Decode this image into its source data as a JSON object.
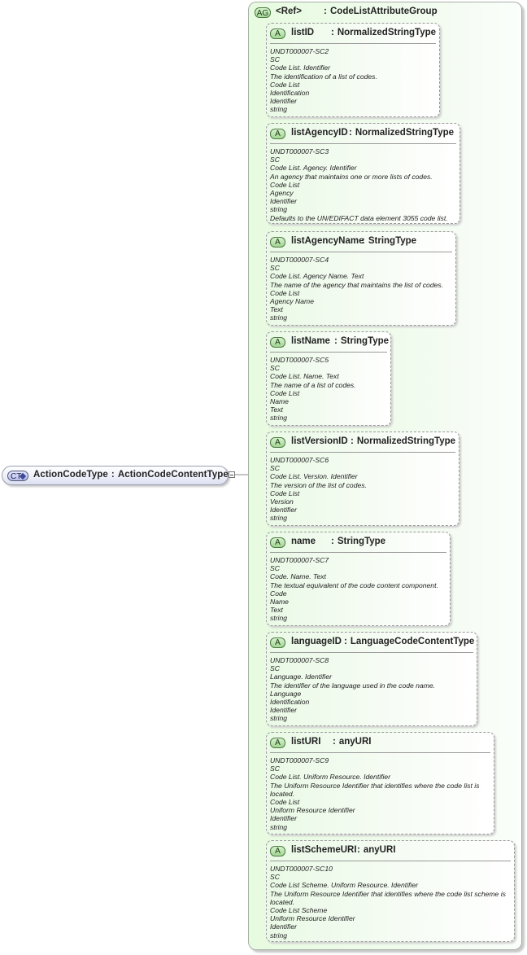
{
  "complex_type": {
    "badge": "CT",
    "name": "ActionCodeType",
    "base": "ActionCodeContentType"
  },
  "attribute_group": {
    "badge": "AG",
    "ref_label": "<Ref>",
    "name": "CodeListAttributeGroup"
  },
  "attributes": [
    {
      "badge": "A",
      "name": "listID",
      "type": "NormalizedStringType",
      "doc": [
        "UNDT000007-SC2",
        "SC",
        "Code List. Identifier",
        "The identification of a list of codes.",
        "Code List",
        "Identification",
        "Identifier",
        "string"
      ]
    },
    {
      "badge": "A",
      "name": "listAgencyID",
      "type": "NormalizedStringType",
      "doc": [
        "UNDT000007-SC3",
        "SC",
        "Code List. Agency. Identifier",
        "An agency that maintains one or more lists of codes.",
        "Code List",
        "Agency",
        "Identifier",
        "string",
        "Defaults to the UN/EDIFACT data element 3055 code list."
      ]
    },
    {
      "badge": "A",
      "name": "listAgencyName",
      "type": "StringType",
      "doc": [
        "UNDT000007-SC4",
        "SC",
        "Code List. Agency Name. Text",
        "The name of the agency that maintains the list of codes.",
        "Code List",
        "Agency Name",
        "Text",
        "string"
      ]
    },
    {
      "badge": "A",
      "name": "listName",
      "type": "StringType",
      "doc": [
        "UNDT000007-SC5",
        "SC",
        "Code List. Name. Text",
        "The name of a list of codes.",
        "Code List",
        "Name",
        "Text",
        "string"
      ]
    },
    {
      "badge": "A",
      "name": "listVersionID",
      "type": "NormalizedStringType",
      "doc": [
        "UNDT000007-SC6",
        "SC",
        "Code List. Version. Identifier",
        "The version of the list of codes.",
        "Code List",
        "Version",
        "Identifier",
        "string"
      ]
    },
    {
      "badge": "A",
      "name": "name",
      "type": "StringType",
      "doc": [
        "UNDT000007-SC7",
        "SC",
        "Code. Name. Text",
        "The textual equivalent of the code content component.",
        "Code",
        "Name",
        "Text",
        "string"
      ]
    },
    {
      "badge": "A",
      "name": "languageID",
      "type": "LanguageCodeContentType",
      "doc": [
        "UNDT000007-SC8",
        "SC",
        "Language. Identifier",
        "The identifier of the language used in the code name.",
        "Language",
        "Identification",
        "Identifier",
        "string"
      ]
    },
    {
      "badge": "A",
      "name": "listURI",
      "type": "anyURI",
      "doc": [
        "UNDT000007-SC9",
        "SC",
        "Code List. Uniform Resource. Identifier",
        "The Uniform Resource Identifier that identifies where the code list is located.",
        "Code List",
        "Uniform Resource Identifier",
        "Identifier",
        "string"
      ]
    },
    {
      "badge": "A",
      "name": "listSchemeURI",
      "type": "anyURI",
      "doc": [
        "UNDT000007-SC10",
        "SC",
        "Code List Scheme. Uniform Resource. Identifier",
        "The Uniform Resource Identifier that identifies where the code list scheme is located.",
        "Code List Scheme",
        "Uniform Resource Identifier",
        "Identifier",
        "string"
      ]
    }
  ]
}
